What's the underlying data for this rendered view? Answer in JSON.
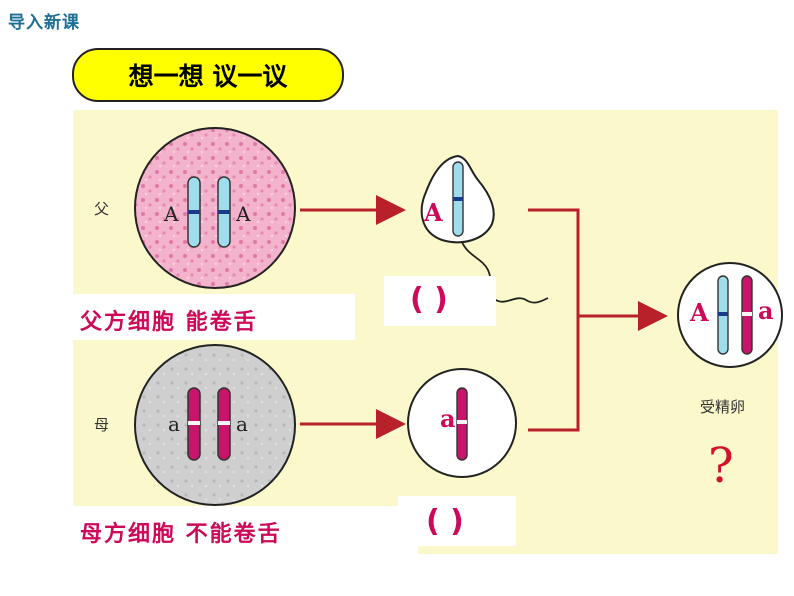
{
  "header": {
    "title": "导入新课"
  },
  "banner": {
    "text": "想一想 议一议"
  },
  "diagram": {
    "father_label": "父",
    "mother_label": "母",
    "father_cell_caption": "父方细胞 能卷舌",
    "mother_cell_caption": "母方细胞 不能卷舌",
    "father_alleles": [
      "A",
      "A"
    ],
    "mother_alleles": [
      "a",
      "a"
    ],
    "sperm_allele": "A",
    "egg_allele": "a",
    "sperm_bracket": "(   )",
    "egg_bracket": "(   )",
    "zygote_alleles": [
      "A",
      "a"
    ],
    "zygote_label": "受精卵",
    "question_mark": "?",
    "colors": {
      "father_cell": "#f2a8c4",
      "mother_cell": "#c9c9c9",
      "dominant_chromosome": "#9fdcec",
      "recessive_chromosome": "#c8146a",
      "arrow": "#b8202a",
      "caption": "#cc0a58"
    }
  }
}
